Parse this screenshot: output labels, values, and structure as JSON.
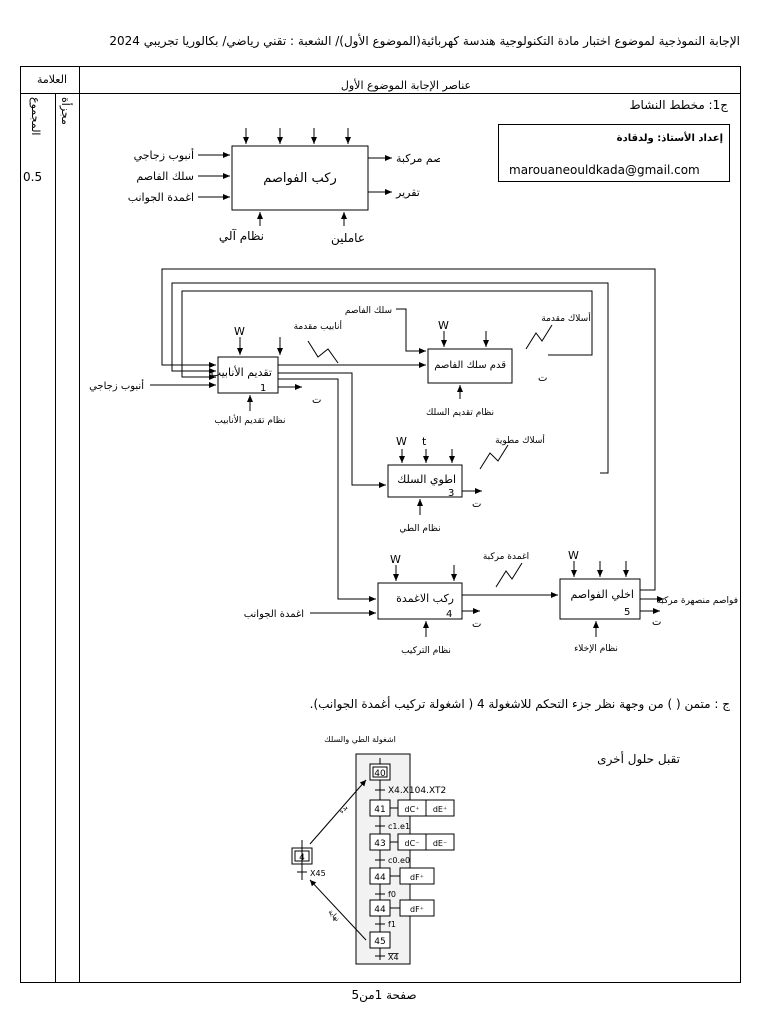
{
  "header": {
    "title": "الإجابة النموذجية لموضوع اختبار مادة التكنولوجية هندسة كهربائية(الموضوع الأول)/ الشعبة : تقني رياضي/ بكالوريا تجريبي 2024"
  },
  "table": {
    "grade_header": "العلامة",
    "content_header": "عناصر الإجابة الموضوع الأول",
    "col_total": "المجموع",
    "col_partial": "مجزأة",
    "score": "0.5"
  },
  "section1": {
    "title": "ج1: مخطط النشاط"
  },
  "author": {
    "label": "إعداد الأستاذ: ولدقادة",
    "email": "marouaneouldkada@gmail.com"
  },
  "a0": {
    "box": "ركب الفواصم",
    "inputs": [
      "أنبوب زجاجي",
      "سلك الفاصم",
      "اغمدة الجوانب"
    ],
    "outputs": [
      "فواصم مركبة",
      "تقرير"
    ],
    "means": [
      "نظام آلي",
      "عاملين"
    ]
  },
  "detail": {
    "boxes": [
      {
        "label": "تقديم الأنابيب",
        "num": "1"
      },
      {
        "label": "قدم سلك الفاصم",
        "num": ""
      },
      {
        "label": "اطوي السلك",
        "num": "3"
      },
      {
        "label": "ركب الاغمدة",
        "num": "4"
      },
      {
        "label": "اخلي الفواصم",
        "num": "5"
      }
    ],
    "means": [
      "نظام تقديم الأنابيب",
      "نظام تقديم السلك",
      "نظام الطي",
      "نظام التركيب",
      "نظام الإخلاء"
    ],
    "labels": {
      "tube_input": "أنبوب زجاجي",
      "fuse_wire": "سلك الفاصم",
      "tubes_fed": "أنابيب مقدمة",
      "wires_fed": "أسلاك مقدمة",
      "wires_bent": "أسلاك مطوية",
      "caps_input": "اغمدة الجوانب",
      "fuses_assembled": "اغمدة مركبة",
      "output": "فواصم منصهرة مركبة",
      "w": "W",
      "t": "t",
      "report": "ت"
    }
  },
  "section2": {
    "question": "ج : متمن ( ) من وجهة نظر جزء التحكم للاشغولة 4 ( اشغولة تركيب أغمدة الجوانب).",
    "note": "تقبل حلول أخرى"
  },
  "grafcet": {
    "caption": "اشغولة الطي والسلك",
    "macro_step": "4",
    "macro_transition": "X45",
    "label_start": "بدء",
    "label_end": "نهاية",
    "steps": [
      {
        "num": "40",
        "actions": []
      },
      {
        "num": "41",
        "actions": [
          "dC⁺",
          "dE⁺"
        ]
      },
      {
        "num": "43",
        "actions": [
          "dC⁻",
          "dE⁻"
        ]
      },
      {
        "num": "44",
        "actions": [
          "dF⁺"
        ]
      },
      {
        "num": "44",
        "actions": [
          "dF⁺"
        ]
      },
      {
        "num": "45",
        "actions": []
      }
    ],
    "transitions": [
      "X4.X104.XT2",
      "c1.e1",
      "c0.e0",
      "f0",
      "f1",
      "X4"
    ]
  },
  "footer": {
    "page": "صفحة 1من5"
  }
}
